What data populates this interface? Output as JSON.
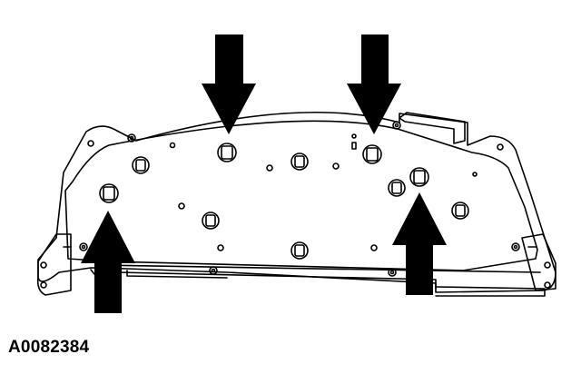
{
  "caption": {
    "figure_id": "A0082384"
  },
  "colors": {
    "line": "#000000",
    "background": "#ffffff"
  },
  "diagram": {
    "subject": "instrument-cluster-back-housing",
    "arrow_count": 4,
    "arrow_direction": {
      "top": "down",
      "bottom": "up"
    }
  }
}
